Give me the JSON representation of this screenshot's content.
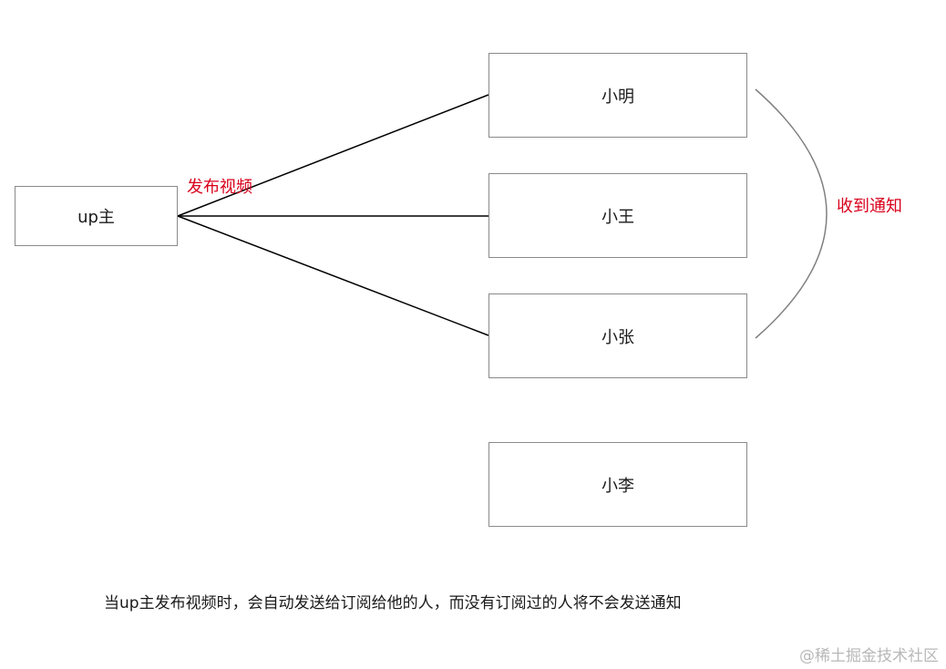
{
  "nodes": {
    "up": "up主",
    "xiaoming": "小明",
    "xiaowang": "小王",
    "xiaozhang": "小张",
    "xiaoli": "小李"
  },
  "labels": {
    "publish": "发布视频",
    "receive": "收到通知"
  },
  "caption": "当up主发布视频时，会自动发送给订阅给他的人，而没有订阅过的人将不会发送通知",
  "watermark": "@稀土掘金技术社区",
  "colors": {
    "accent_red": "#d9001b",
    "border": "#8a8a8a",
    "line": "#000000",
    "watermark": "#b8b8b8"
  }
}
